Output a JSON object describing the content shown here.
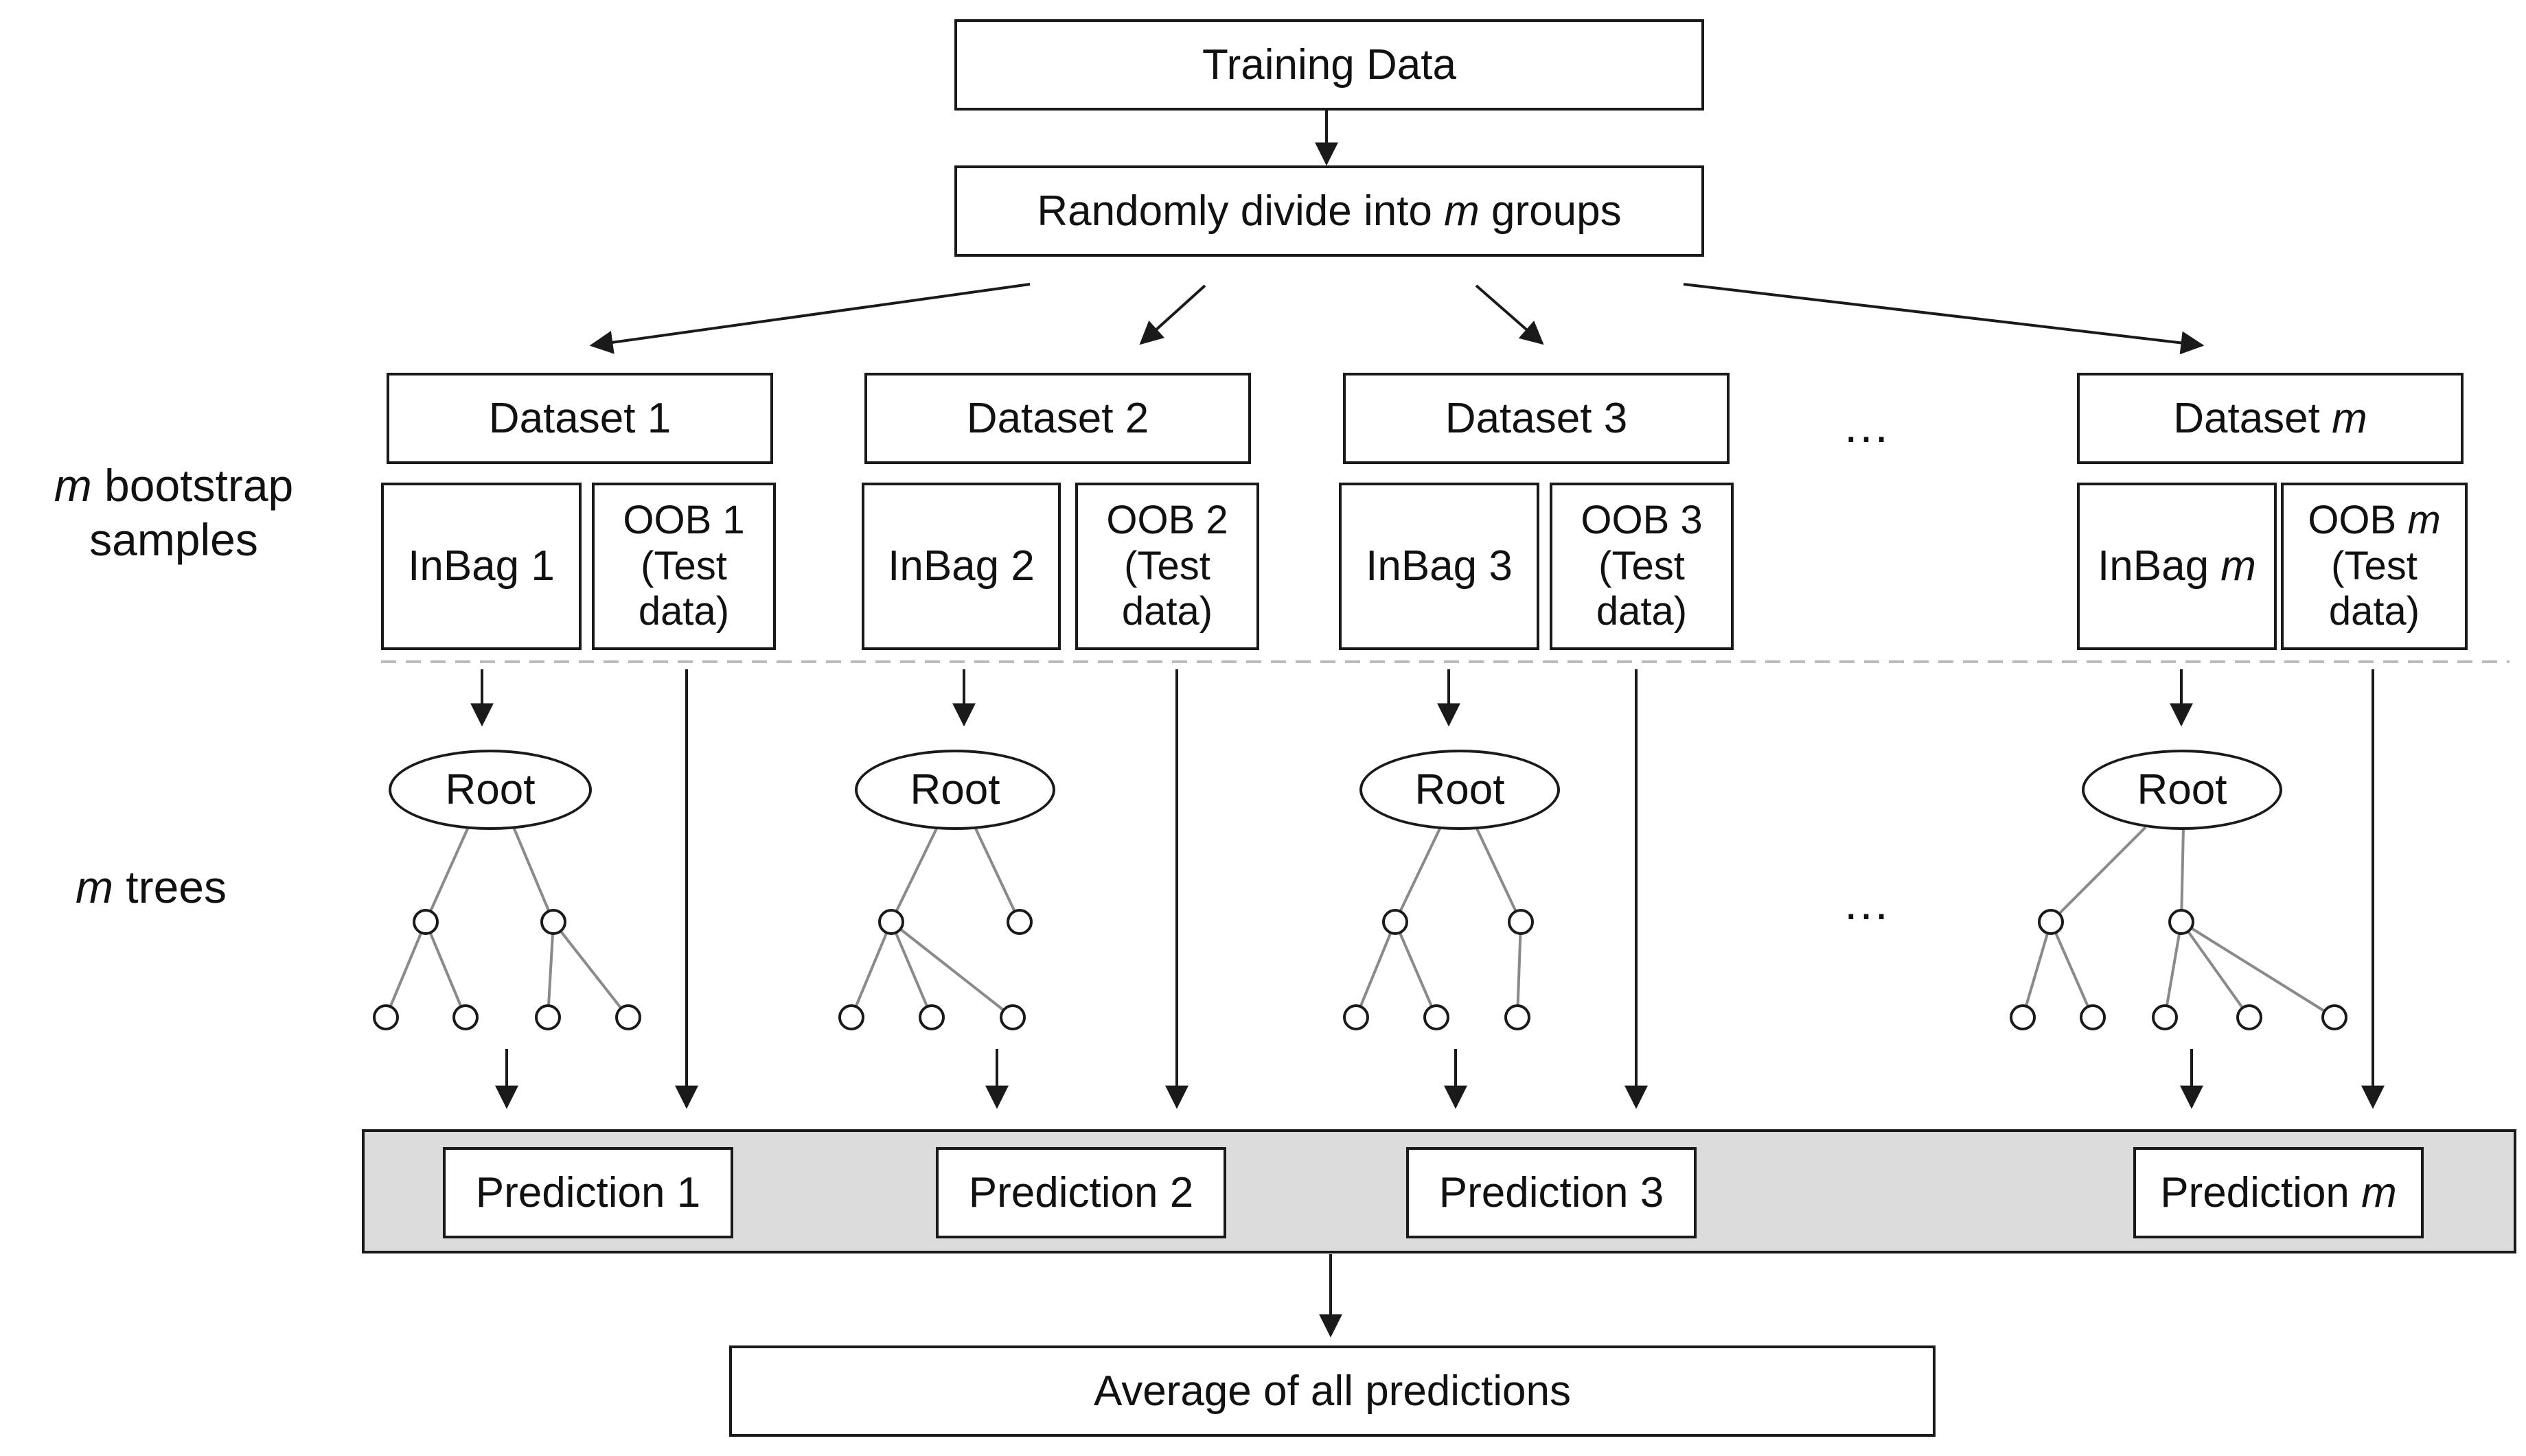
{
  "diagram": {
    "training_data": "Training Data",
    "divide": {
      "prefix": "Randomly divide into ",
      "var": "m",
      "suffix": " groups"
    },
    "row_label_samples": {
      "var": "m",
      "line1_rest": " bootstrap",
      "line2": "samples"
    },
    "row_label_trees": {
      "var": "m",
      "rest": " trees"
    },
    "ellipsis": "…",
    "datasets": [
      {
        "dataset": "Dataset 1",
        "inbag": "InBag 1",
        "oob_line1": "OOB 1",
        "oob_line2": "(Test",
        "oob_line3": "data)",
        "root": "Root",
        "prediction": "Prediction 1"
      },
      {
        "dataset": "Dataset 2",
        "inbag": "InBag 2",
        "oob_line1": "OOB 2",
        "oob_line2": "(Test",
        "oob_line3": "data)",
        "root": "Root",
        "prediction": "Prediction 2"
      },
      {
        "dataset": "Dataset 3",
        "inbag": "InBag 3",
        "oob_line1": "OOB 3",
        "oob_line2": "(Test",
        "oob_line3": "data)",
        "root": "Root",
        "prediction": "Prediction 3"
      }
    ],
    "dataset_m": {
      "dataset_prefix": "Dataset ",
      "inbag_prefix": "InBag ",
      "oob_prefix": "OOB ",
      "var": "m",
      "oob_line2": "(Test",
      "oob_line3": "data)",
      "root": "Root",
      "prediction_prefix": "Prediction "
    },
    "average": "Average of all predictions"
  },
  "colors": {
    "stroke": "#1a1a1a",
    "tree_edge": "#8a8a8a",
    "band_fill": "#dcdcdc",
    "divider": "#bbbbbb"
  }
}
